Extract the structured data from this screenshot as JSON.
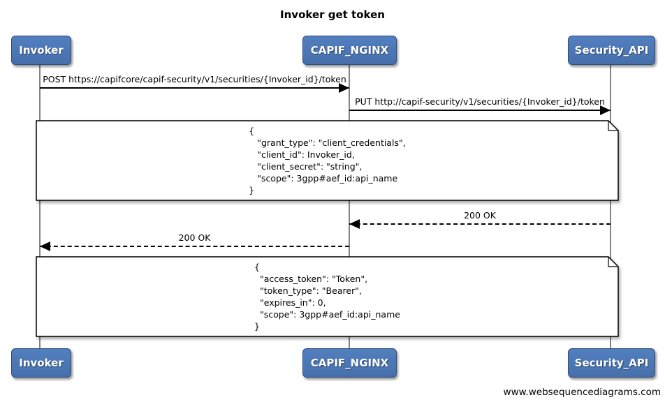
{
  "title": "Invoker get token",
  "actors": [
    {
      "name": "Invoker"
    },
    {
      "name": "CAPIF_NGINX"
    },
    {
      "name": "Security_API"
    }
  ],
  "messages": [
    {
      "label": "POST https://capifcore/capif-security/v1/securities/{Invoker_id}/token",
      "from": "Invoker",
      "to": "CAPIF_NGINX",
      "style": "solid"
    },
    {
      "label": "PUT http://capif-security/v1/securities/{Invoker_id}/token",
      "from": "CAPIF_NGINX",
      "to": "Security_API",
      "style": "solid"
    },
    {
      "label": "200 OK",
      "from": "Security_API",
      "to": "CAPIF_NGINX",
      "style": "dashed"
    },
    {
      "label": "200 OK",
      "from": "CAPIF_NGINX",
      "to": "Invoker",
      "style": "dashed"
    }
  ],
  "notes": [
    {
      "text": "{\n   \"grant_type\": \"client_credentials\",\n   \"client_id\": Invoker_id,\n   \"client_secret\": \"string\",\n   \"scope\": 3gpp#aef_id:api_name\n}"
    },
    {
      "text": "{\n  \"access_token\": \"Token\",\n  \"token_type\": \"Bearer\",\n  \"expires_in\": 0,\n  \"scope\": 3gpp#aef_id:api_name\n}"
    }
  ],
  "footer": "www.websequencediagrams.com",
  "colors": {
    "actor_fill": "#4c77b6",
    "actor_border": "#2d4d7c",
    "actor_text": "#ffffff",
    "lifeline": "#848484",
    "line": "#000000",
    "note_fill": "#ffffff",
    "background": "#ffffff"
  }
}
